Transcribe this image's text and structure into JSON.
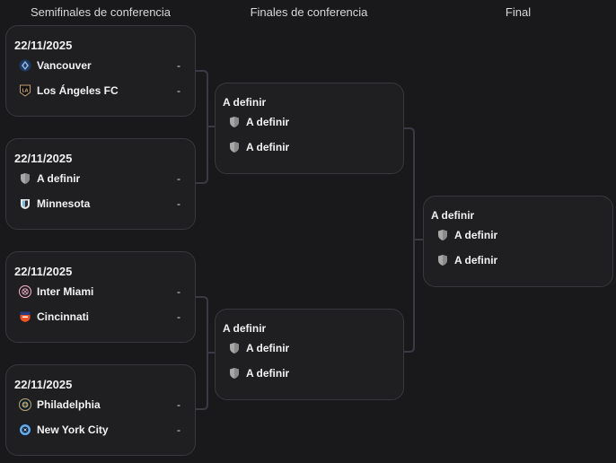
{
  "rounds": {
    "semis": "Semifinales de conferencia",
    "conf_finals": "Finales de conferencia",
    "final": "Final"
  },
  "semis": [
    {
      "date": "22/11/2025",
      "home": {
        "name": "Vancouver",
        "score": "-",
        "crest": "vancouver-crest-icon"
      },
      "away": {
        "name": "Los Ángeles FC",
        "score": "-",
        "crest": "lafc-crest-icon"
      }
    },
    {
      "date": "22/11/2025",
      "home": {
        "name": "A definir",
        "score": "-",
        "crest": "placeholder-shield-icon"
      },
      "away": {
        "name": "Minnesota",
        "score": "-",
        "crest": "minnesota-crest-icon"
      }
    },
    {
      "date": "22/11/2025",
      "home": {
        "name": "Inter Miami",
        "score": "-",
        "crest": "inter-miami-crest-icon"
      },
      "away": {
        "name": "Cincinnati",
        "score": "-",
        "crest": "cincinnati-crest-icon"
      }
    },
    {
      "date": "22/11/2025",
      "home": {
        "name": "Philadelphia",
        "score": "-",
        "crest": "philadelphia-crest-icon"
      },
      "away": {
        "name": "New York City",
        "score": "-",
        "crest": "nycfc-crest-icon"
      }
    }
  ],
  "conf_finals": [
    {
      "label": "A definir",
      "home": "A definir",
      "away": "A definir"
    },
    {
      "label": "A definir",
      "home": "A definir",
      "away": "A definir"
    }
  ],
  "final": {
    "label": "A definir",
    "home": "A definir",
    "away": "A definir"
  },
  "colors": {
    "background": "#19191b",
    "card": "#1f1f22",
    "border": "#38383d",
    "connector": "#3a3a45"
  }
}
